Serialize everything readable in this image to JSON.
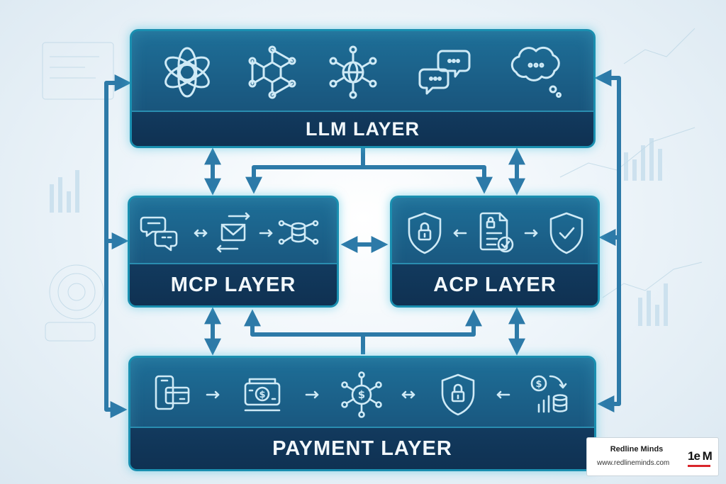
{
  "layers": {
    "llm": {
      "label": "LLM LAYER",
      "icons": [
        "openai-knot-icon",
        "network-hexagon-icon",
        "globe-network-icon",
        "chat-bubbles-icon",
        "thought-bubble-icon"
      ]
    },
    "mcp": {
      "label": "MCP LAYER",
      "icons": [
        "chat-icon",
        "double-arrow-icon",
        "envelope-exchange-icon",
        "arrow-right-icon",
        "database-nodes-icon"
      ]
    },
    "acp": {
      "label": "ACP LAYER",
      "icons": [
        "shield-lock-icon",
        "arrow-left-icon",
        "document-check-icon",
        "arrow-right-icon",
        "shield-check-icon"
      ]
    },
    "payment": {
      "label": "PAYMENT LAYER",
      "icons": [
        "phone-card-icon",
        "arrow-right-icon",
        "cash-register-icon",
        "arrow-right-icon",
        "coin-network-icon",
        "double-arrow-icon",
        "shield-lock-icon",
        "arrow-left-icon",
        "coins-chart-icon"
      ]
    }
  },
  "watermark": {
    "name": "Redline Minds",
    "url": "www.redlineminds.com",
    "logo": "1e M"
  },
  "colors": {
    "box_fill": "#1a5a82",
    "box_band": "#123a5e",
    "box_border": "#1a8fb0",
    "connector": "#2d7aa8",
    "icon_stroke": "#cfeaf6",
    "label_text": "#f2f8fc"
  }
}
